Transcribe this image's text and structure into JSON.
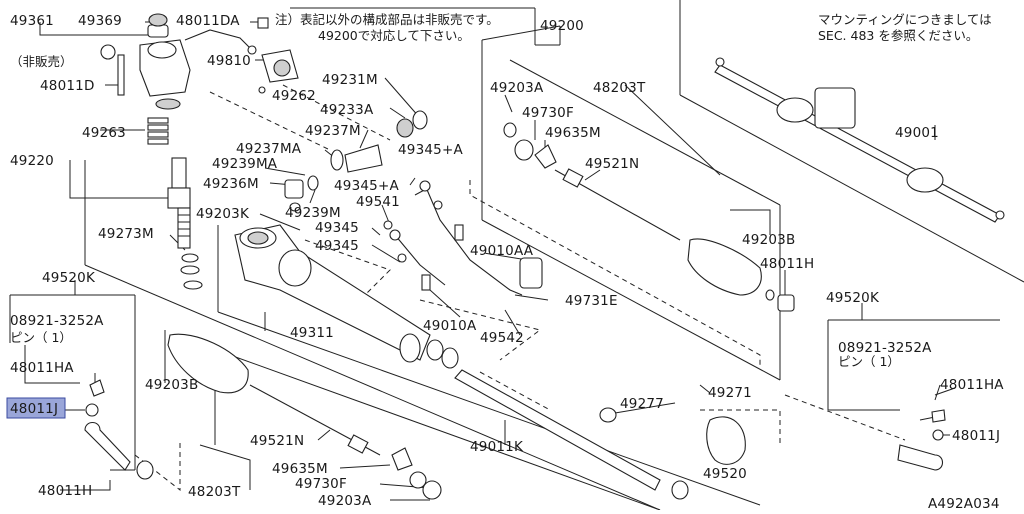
{
  "diagram_id": "A492A034",
  "notes": {
    "upper_note_line1": "注）表記以外の構成部品は非販売です。",
    "upper_note_line2": "49200で対応して下さい。",
    "mounting_line1": "マウンティングにつきましては",
    "mounting_line2": "SEC. 483 を参照ください。",
    "not_sold": "（非販売）",
    "pin_left": "ピン（ 1）",
    "pin_right": "ピン（ 1）"
  },
  "parts": {
    "p49361": "49361",
    "p49369": "49369",
    "p48011DA": "48011DA",
    "p49200": "49200",
    "p49810": "49810",
    "p49262": "49262",
    "p48011D": "48011D",
    "p49231M": "49231M",
    "p49233A": "49233A",
    "p49237M_a": "49237M",
    "p49237MA": "49237MA",
    "p49239MA": "49239MA",
    "p49236M": "49236M",
    "p49239M": "49239M",
    "p49203K": "49203K",
    "p49263": "49263",
    "p49220": "49220",
    "p49273M": "49273M",
    "p49345A_1": "49345+A",
    "p49345A_2": "49345+A",
    "p49541": "49541",
    "p49345_1": "49345",
    "p49345_2": "49345",
    "p49010AA": "49010AA",
    "p49731E": "49731E",
    "p49010A": "49010A",
    "p49542": "49542",
    "p49311": "49311",
    "p49203A_top": "49203A",
    "p49730F_top": "49730F",
    "p49635M_top": "49635M",
    "p48203T_top": "48203T",
    "p49521N_top": "49521N",
    "p49203B_right": "49203B",
    "p48011H_right": "48011H",
    "p49001": "49001",
    "p49520K_left": "49520K",
    "p08921_left": "08921-3252A",
    "p48011HA_left": "48011HA",
    "p48011J_left": "48011J",
    "p48011H_left": "48011H",
    "p49203B_left": "49203B",
    "p49521N_bottom": "49521N",
    "p49635M_bottom": "49635M",
    "p49730F_bottom": "49730F",
    "p48203T_bottom": "48203T",
    "p49203A_bottom": "49203A",
    "p49271": "49271",
    "p49277": "49277",
    "p49011K": "49011K",
    "p49520": "49520",
    "p49520K_right": "49520K",
    "p08921_right": "08921-3252A",
    "p48011HA_right": "48011HA",
    "p48011J_right": "48011J"
  },
  "colors": {
    "highlight_fill": "#9aa6d9",
    "highlight_stroke": "#3a4aa0",
    "line": "#222222"
  }
}
